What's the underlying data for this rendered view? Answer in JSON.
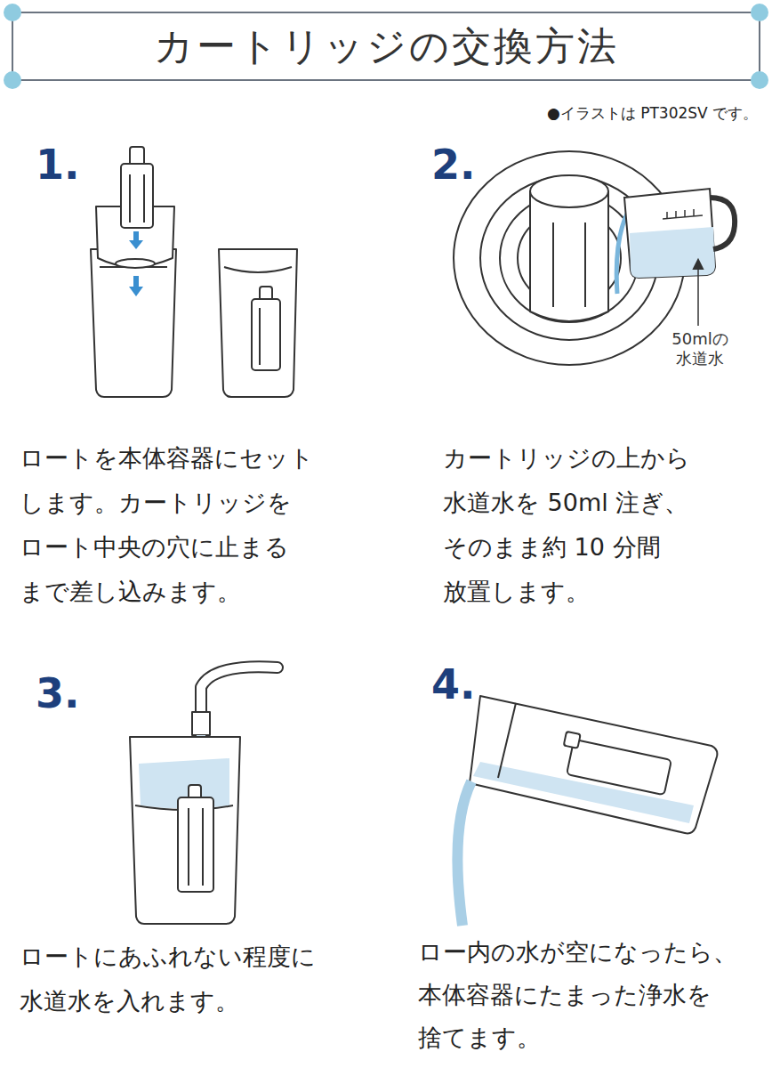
{
  "diagram": {
    "title": "カートリッジの交換方法",
    "labels": [
      "●イラストは PT302SV です。",
      "1.",
      "ロートを本体容器にセット します。カートリッジを ロート中央の穴に止まる まで差し込みます。",
      "2.",
      "50mlの 水道水",
      "カートリッジの上から 水道水を 50ml 注ぎ、 そのまま約 10 分間 放置します。",
      "3.",
      "ロートにあふれない程度に 水道水を入れます。",
      "4.",
      "ロー内の水が空になったら、 本体容器にたまった浄水を 捨てます。"
    ]
  }
}
